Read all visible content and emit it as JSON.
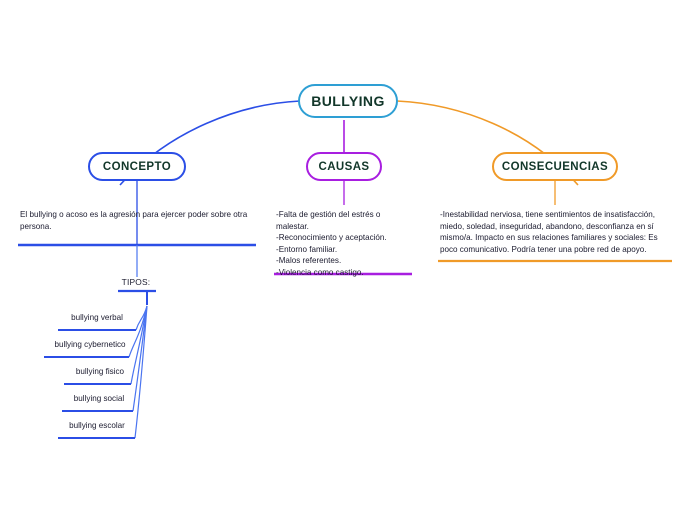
{
  "root": {
    "label": "BULLYING",
    "color": "#2e9fd4"
  },
  "branches": {
    "concepto": {
      "label": "CONCEPTO",
      "color": "#2b4ee6",
      "text": "El bullying o acoso es la agresión para ejercer poder sobre otra persona.",
      "tipos_label": "TIPOS:",
      "tipos": [
        "bullying verbal",
        "bullying cybernetico",
        "bullying fisico",
        "bullying social",
        "bullying escolar"
      ]
    },
    "causas": {
      "label": "CAUSAS",
      "color": "#a81ee0",
      "items": [
        "-Falta de gestión del estrés o malestar.",
        "-Reconocimiento y aceptación.",
        "-Entorno familiar.",
        "-Malos referentes.",
        "-Violencia como castigo."
      ]
    },
    "consecuencias": {
      "label": "CONSECUENCIAS",
      "color": "#f09a28",
      "text": "-Inestabilidad nerviosa, tiene sentimientos de insatisfacción, miedo, soledad, inseguridad, abandono, desconfianza en sí mismo/a. Impacto en sus relaciones familiares y sociales: Es poco comunicativo. Podría tener una pobre red de apoyo."
    }
  }
}
